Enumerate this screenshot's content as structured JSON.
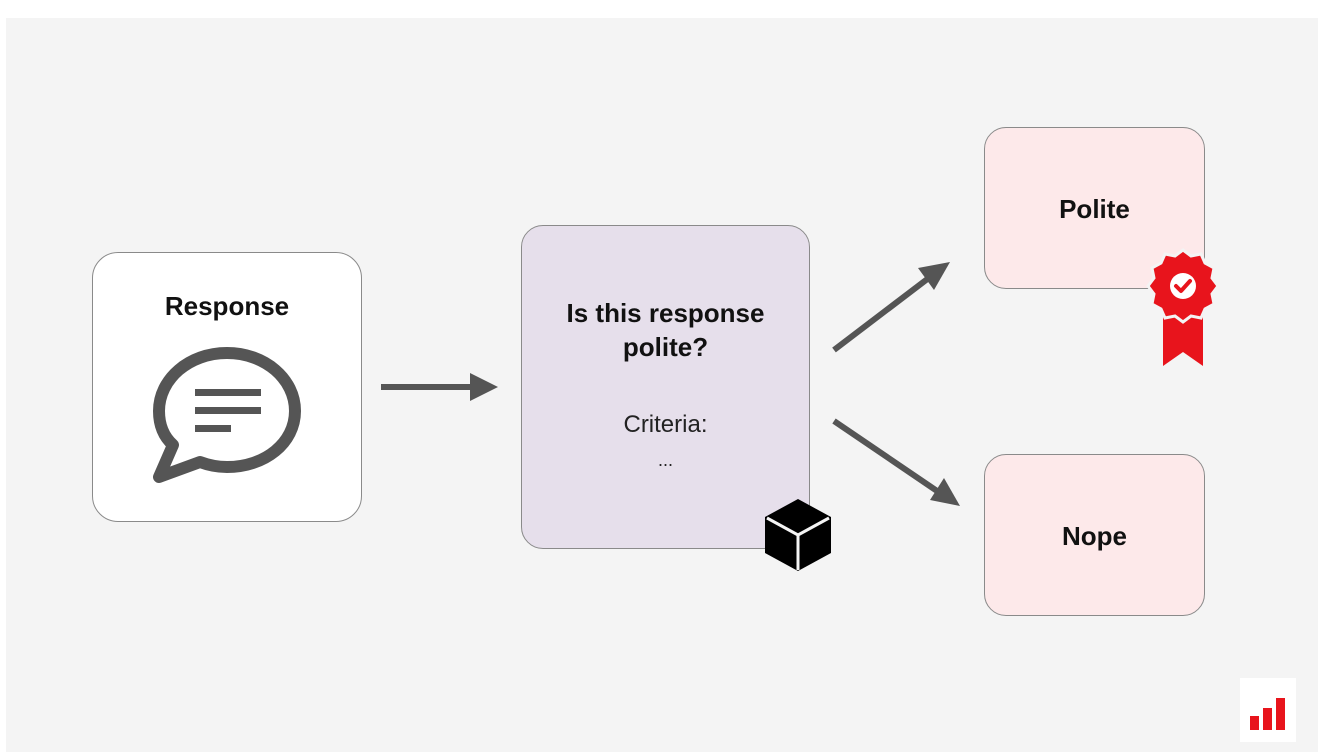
{
  "response": {
    "title": "Response",
    "icon": "speech-bubble-icon"
  },
  "judge": {
    "question": "Is this response polite?",
    "criteria_label": "Criteria:",
    "criteria_placeholder": "...",
    "icon": "cube-icon"
  },
  "outcomes": {
    "positive": {
      "label": "Polite",
      "icon": "award-badge-check-icon"
    },
    "negative": {
      "label": "Nope"
    }
  },
  "colors": {
    "background": "#f4f4f4",
    "response_box": "#ffffff",
    "judge_box": "#e6dfeb",
    "outcome_box": "#fde9ea",
    "arrow": "#555555",
    "accent_red": "#e8141c",
    "icon_gray": "#555555"
  },
  "brand": {
    "logo": "bar-chart-logo-icon"
  }
}
